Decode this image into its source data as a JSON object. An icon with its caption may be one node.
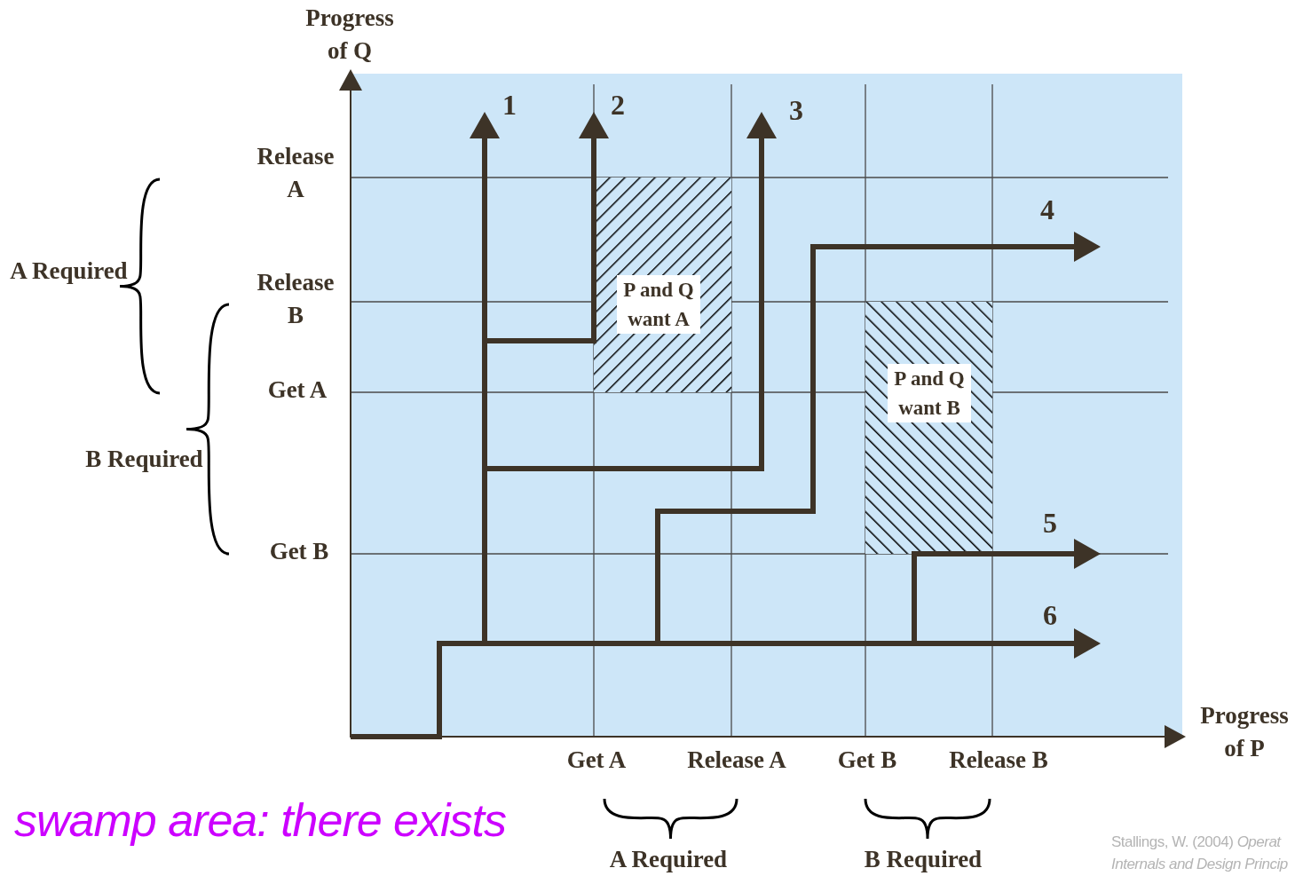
{
  "diagram": {
    "nodes": [
      {
        "text": [
          "P and Q want A"
        ]
      },
      {
        "text": [
          "P and Q want B"
        ]
      }
    ],
    "labels": [
      "Progress of Q",
      "1",
      "2",
      "3",
      "Release A",
      "4",
      "A Required",
      "Release B",
      "Get A",
      "B Required",
      "5",
      "Get B",
      "6",
      "Progress of P",
      "Get A",
      "Release A",
      "Get B",
      "Release B",
      "swamp area: there exists",
      "A Required",
      "B Required",
      "Stallings, W. (2004) *Operat*",
      "Internals and Design Princip"
    ]
  }
}
